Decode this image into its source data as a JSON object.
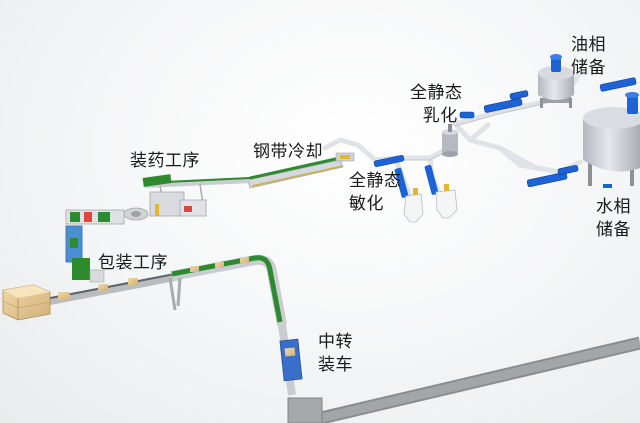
{
  "labels": {
    "oil_phase": [
      "油相",
      "储备"
    ],
    "static_emulsify": [
      "全静态",
      "乳化"
    ],
    "water_phase": [
      "水相",
      "储备"
    ],
    "steel_belt": "钢带冷却",
    "charging": "装药工序",
    "static_sensitize": [
      "全静态",
      "敏化"
    ],
    "packing": "包装工序",
    "transfer": [
      "中转",
      "装车"
    ]
  },
  "colors": {
    "conveyor_green": "#2e8a2e",
    "pipe": "#e4e6e9",
    "pump_blue": "#1d63d6",
    "tank": "#c9ccd2",
    "floor_track": "#8a8d90"
  }
}
